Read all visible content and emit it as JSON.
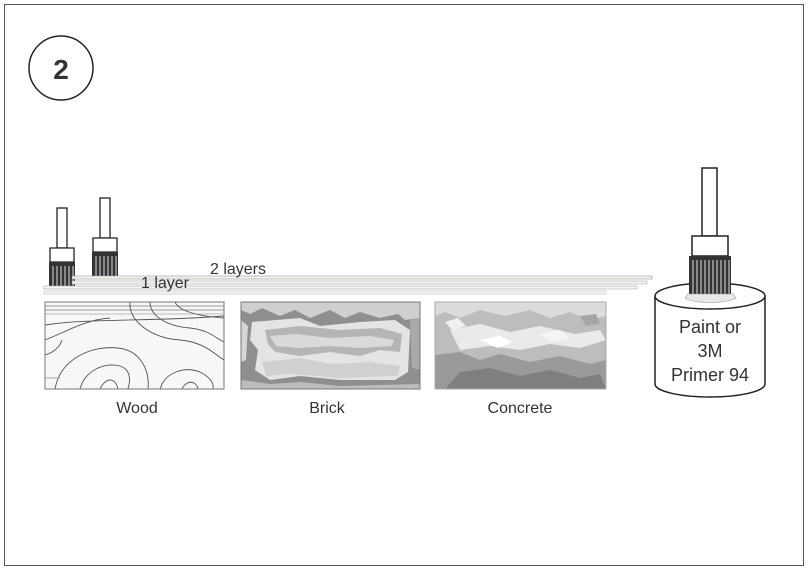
{
  "step_number": "2",
  "layer_labels": {
    "one": "1 layer",
    "two": "2 layers"
  },
  "surfaces": [
    {
      "label": "Wood"
    },
    {
      "label": "Brick"
    },
    {
      "label": "Concrete"
    }
  ],
  "can_label_lines": [
    "Paint or",
    "3M",
    "Primer 94"
  ],
  "colors": {
    "outline": "#333333",
    "light_gray": "#dcdcdc",
    "mid_gray": "#a8a8a8",
    "dark_gray": "#7a7a7a"
  }
}
